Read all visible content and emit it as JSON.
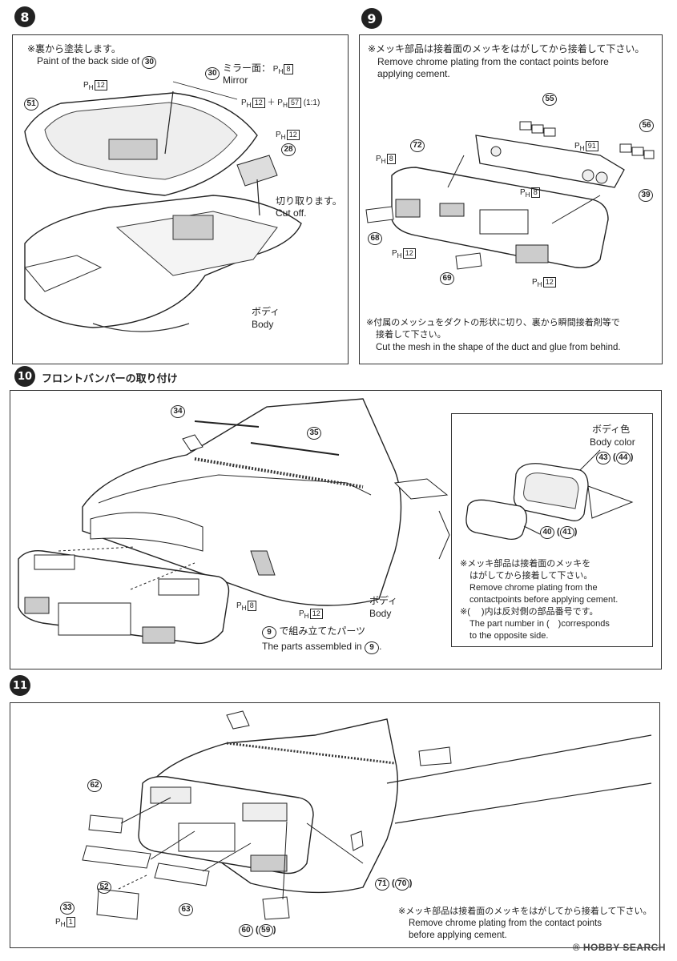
{
  "steps": {
    "s8": {
      "number": "8",
      "note_jp": "※裏から塗装します。",
      "note_en": "Paint of the back side of",
      "note_ref": "30",
      "mirror_jp": "ミラー面：",
      "mirror_en": "Mirror",
      "mirror_ph": "8",
      "ph_combo_a": "12",
      "ph_combo_b": "57",
      "ph_combo_ratio": "(1:1)",
      "cut_jp": "切り取ります。",
      "cut_en": "Cut off.",
      "body_jp": "ボディ",
      "body_en": "Body",
      "parts": [
        "30",
        "51",
        "28"
      ],
      "ph_labels": [
        "12",
        "12"
      ]
    },
    "s9": {
      "number": "9",
      "note_jp": "※メッキ部品は接着面のメッキをはがしてから接着して下さい。",
      "note_en1": "Remove chrome plating from the contact points before",
      "note_en2": "applying cement.",
      "parts": [
        "55",
        "56",
        "72",
        "39",
        "68",
        "69"
      ],
      "ph_labels": [
        "8",
        "91",
        "8",
        "12",
        "12"
      ],
      "mesh_jp1": "※付属のメッシュをダクトの形状に切り、裏から瞬間接着剤等で",
      "mesh_jp2": "接着して下さい。",
      "mesh_en": "Cut the mesh in the shape of the duct and glue from behind."
    },
    "s10": {
      "number": "10",
      "title": "フロントバンパーの取り付け",
      "parts": [
        "34",
        "35"
      ],
      "ph_labels": [
        "8",
        "12"
      ],
      "body_jp": "ボディ",
      "body_en": "Body",
      "assembled_ref": "9",
      "assembled_jp": "で組み立てたパーツ",
      "assembled_en": "The parts assembled in",
      "inset": {
        "color_jp": "ボディ色",
        "color_en": "Body color",
        "part_a": "43",
        "part_a_alt": "44",
        "part_b": "40",
        "part_b_alt": "41",
        "note1_jp": "※メッキ部品は接着面のメッキを",
        "note2_jp": "はがしてから接着して下さい。",
        "note1_en": "Remove chrome plating from the",
        "note2_en": "contactpoints before applying cement.",
        "note3_jp": "※(　 )内は反対側の部品番号です。",
        "note3_en": "The part number in (　)corresponds",
        "note4_en": "to the opposite side."
      }
    },
    "s11": {
      "number": "11",
      "parts": [
        "62",
        "52",
        "63",
        "33",
        "60",
        "71"
      ],
      "part_60_alt": "59",
      "part_71_alt": "70",
      "ph_label": "1",
      "note_jp": "※メッキ部品は接着面のメッキをはがしてから接着して下さい。",
      "note_en1": "Remove chrome plating from the contact points",
      "note_en2": "before applying cement."
    }
  },
  "ph_prefix": "P",
  "ph_sub": "H",
  "watermark": "HOBBY SEARCH",
  "watermark_mark": "®"
}
